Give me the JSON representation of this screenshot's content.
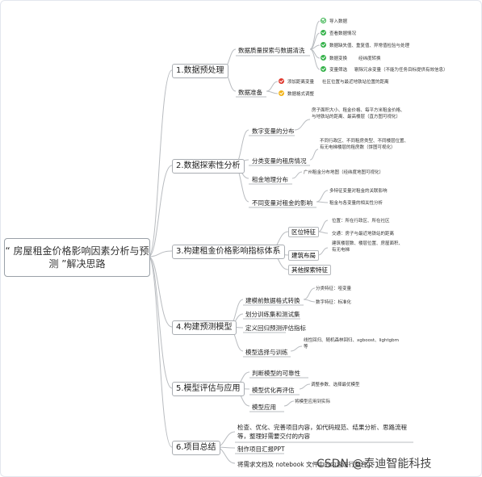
{
  "root": "“ 房屋租金价格影响因素分析与预测 ”解决思路",
  "sections": [
    {
      "label": "1.数据预处理"
    },
    {
      "label": "2.数据探索性分析"
    },
    {
      "label": "3.构建租金价格影响指标体系"
    },
    {
      "label": "4.构建预测模型"
    },
    {
      "label": "5.模型评估与应用"
    },
    {
      "label": "6.项目总结"
    }
  ],
  "s1": {
    "quality": "数据质量探索与数据清洗",
    "import": "导入数据",
    "check": "查看数据情况",
    "missing": "数据缺失值、重复值、异常值检验与处理",
    "transform": "数据变换",
    "transform_note": "经纬度转换",
    "filter": "变量筛选",
    "filter_note": "剔除冗余变量（不能为任务目标提供有效信息）",
    "prep": "数据准备",
    "add_dist": "添加距离变量",
    "add_dist_note": "社区位置与最近地铁站位置的距离",
    "format": "数据格式调整"
  },
  "s2": {
    "numeric": "数字变量的分布",
    "numeric_note": "房子面积大小、租金价格、每平方米租金价格、与地铁站的距离、最高楼层（直方图可视化）",
    "category": "分类变量的租房情况",
    "category_note": "不同行政区、不同租房类型、不同楼层位置、有无电梯楼层的租房数（饼图可视化）",
    "geo": "租金地理分布",
    "geo_note": "广州租金分布地图（经纬度地图可视化）",
    "effect": "不同变量对租金的影响",
    "effect_note1": "多特征变量对租金的关联影响",
    "effect_note2": "租金与各变量的相关性分析"
  },
  "s3": {
    "location": "区位特征",
    "location_note1": "位置：所在行政区、所在社区",
    "location_note2": "交通：房子与最近地铁站的距离",
    "layout": "建筑布局",
    "layout_note": "建筑楼层数、楼层位置、房屋面积、有无电梯",
    "other": "其他探索特征"
  },
  "s4": {
    "convert": "建模前数据格式转换",
    "convert_note1": "分类特征：哑变量",
    "convert_note2": "数字特征：标准化",
    "split": "划分训练集和测试集",
    "metric": "定义回归预测评估指标",
    "select": "模型选择与训练",
    "select_note": "线性回归、随机森林回归、xgboost、lightgbm等"
  },
  "s5": {
    "judge": "判断模型的可靠性",
    "optimize": "模型优化再评估",
    "optimize_note": "调整参数、选择最优模型",
    "apply": "模型应用",
    "apply_note": "将模型应用到实际"
  },
  "s6": {
    "review": "检查、优化、完善项目内容，如代码规范、结果分析、思路流程等，整理好需要交付的内容",
    "ppt": "制作项目汇报PPT",
    "deliver": "将需求文档及 notebook 文件中的内容进行整合"
  },
  "watermark": "CSDN @泰迪智能科技",
  "colors": {
    "line": "#b9bcc0",
    "green": "#35b24a",
    "red": "#e0392f",
    "yellow": "#f2b318"
  }
}
